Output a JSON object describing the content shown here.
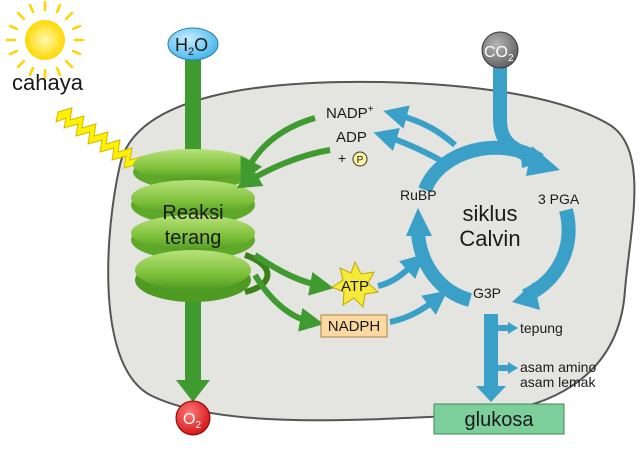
{
  "labels": {
    "light": "cahaya",
    "water_main": "H",
    "water_sub": "2",
    "water_end": "O",
    "co2_main": "CO",
    "co2_sub": "2",
    "o2_main": "O",
    "o2_sub": "2",
    "light_reaction_line1": "Reaksi",
    "light_reaction_line2": "terang",
    "calvin_line1": "siklus",
    "calvin_line2": "Calvin",
    "nadp_main": "NADP",
    "nadp_sup": "+",
    "adp": "ADP",
    "plus": "+",
    "phosphate": "P",
    "atp": "ATP",
    "nadph": "NADPH",
    "rubp": "RuBP",
    "pga": "3 PGA",
    "g3p": "G3P",
    "starch": "tepung",
    "amino_acids": "asam amino",
    "fatty_acids": "asam lemak",
    "glucose": "glukosa"
  },
  "colors": {
    "sun": "#ffe830",
    "sun_rays": "#ffd400",
    "chloroplast_fill": "#e4e4e0",
    "chloroplast_stroke": "#555555",
    "thylakoid": "#86c43e",
    "thylakoid_dark": "#4e9a24",
    "green_arrow": "#3f9a2f",
    "blue_arrow": "#3aa0c8",
    "water_bubble": "#6cc6f0",
    "co2_bubble": "#808080",
    "o2_bubble": "#e02020",
    "atp_star": "#f5e93a",
    "nadph_box": "#fcd9a0",
    "glucose_box": "#7ccf9a",
    "lightning": "#fff200"
  }
}
